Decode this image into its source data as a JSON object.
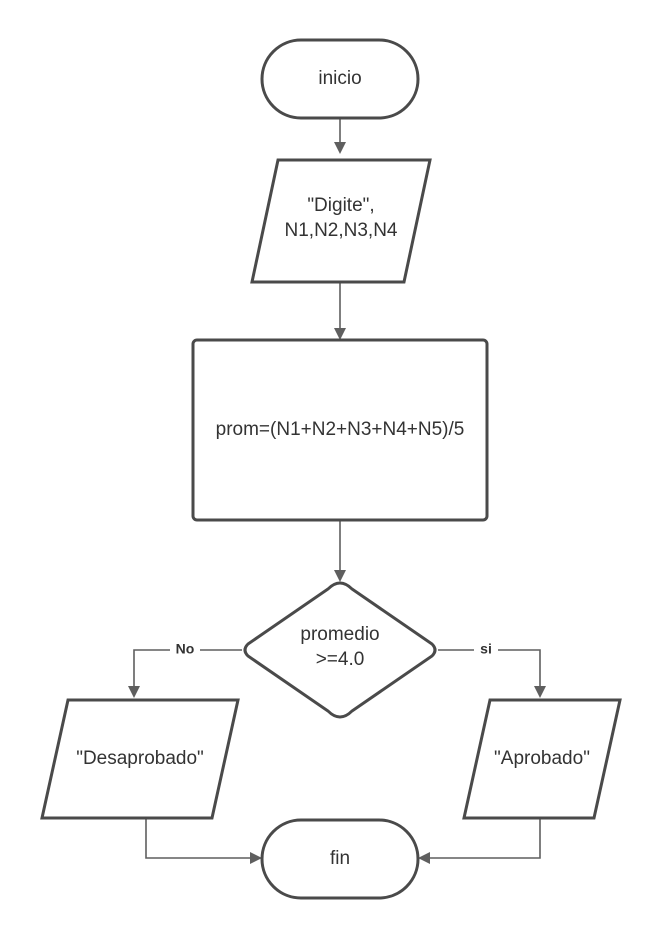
{
  "nodes": {
    "start": {
      "text": "inicio"
    },
    "input": {
      "lines": [
        "\"Digite\",",
        "N1,N2,N3,N4"
      ]
    },
    "process": {
      "text": "prom=(N1+N2+N3+N4+N5)/5"
    },
    "decision": {
      "lines": [
        "promedio",
        ">=4.0"
      ]
    },
    "out_fail": {
      "text": "\"Desaprobado\""
    },
    "out_pass": {
      "text": "\"Aprobado\""
    },
    "end": {
      "text": "fin"
    }
  },
  "edges": {
    "no_label": "No",
    "yes_label": "si"
  }
}
